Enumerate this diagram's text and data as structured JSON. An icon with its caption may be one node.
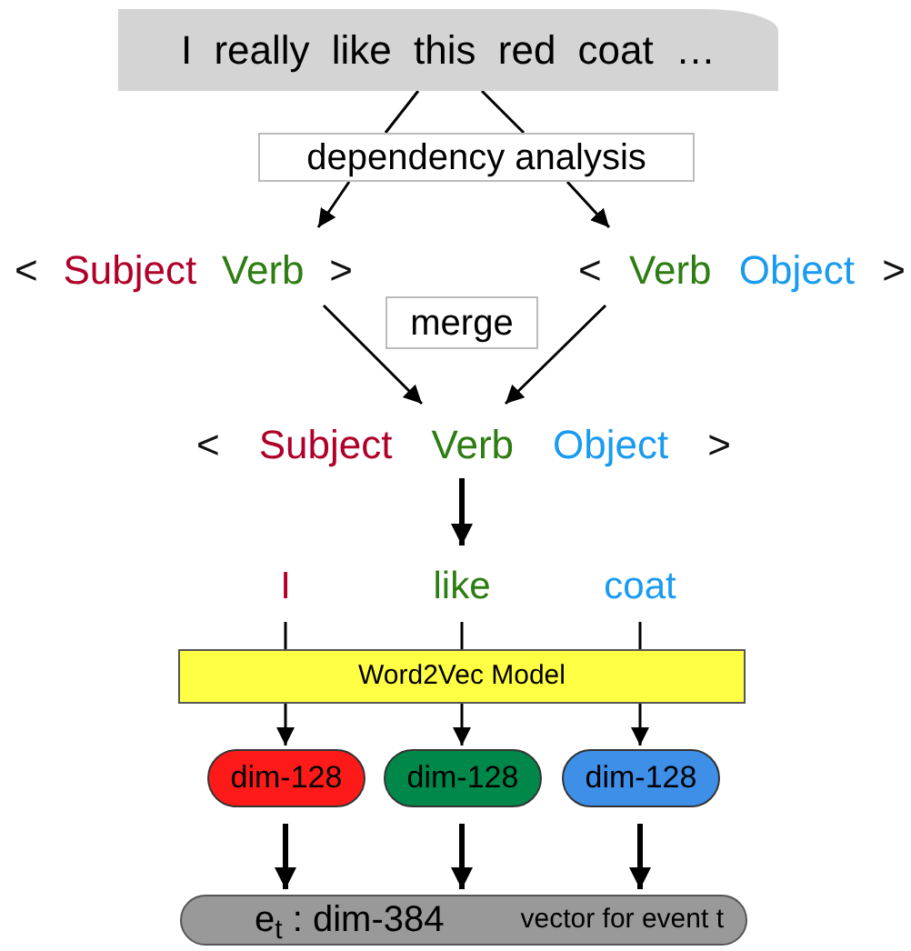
{
  "diagram": {
    "nodes": [
      {
        "text": [
          "I really like this red coat …"
        ]
      },
      {
        "text": [
          "dependency analysis"
        ]
      },
      {
        "text": [
          "<",
          "Subject",
          "Verb",
          ">"
        ]
      },
      {
        "text": [
          "<",
          "Verb",
          "Object",
          ">"
        ]
      },
      {
        "text": [
          "<",
          "Subject",
          "Verb",
          "Object",
          ">"
        ]
      },
      {
        "text": [
          "I"
        ]
      },
      {
        "text": [
          "like"
        ]
      },
      {
        "text": [
          "coat"
        ]
      },
      {
        "text": [
          "Word2Vec Model"
        ]
      },
      {
        "text": [
          "dim-128"
        ]
      },
      {
        "text": [
          "dim-128"
        ]
      },
      {
        "text": [
          "dim-128"
        ]
      },
      {
        "text": [
          "e$_{t}$ : dim-384",
          "vector for event t"
        ]
      }
    ],
    "edges": [
      {
        "from": 0,
        "to": 1,
        "arrow": "none"
      },
      {
        "from": 0,
        "to": 1,
        "arrow": "none"
      },
      {
        "from": 1,
        "to": 2,
        "arrow": "to"
      },
      {
        "from": 1,
        "to": 3,
        "arrow": "to"
      },
      {
        "from": 2,
        "to": 4,
        "arrow": "to"
      },
      {
        "from": 3,
        "to": 4,
        "arrow": "to"
      },
      {
        "from": 4,
        "to": 6,
        "arrow": "to",
        "style": "thick"
      },
      {
        "from": 5,
        "to": 8,
        "arrow": "none"
      },
      {
        "from": 6,
        "to": 8,
        "arrow": "none"
      },
      {
        "from": 7,
        "to": 8,
        "arrow": "none"
      },
      {
        "from": 8,
        "to": 9,
        "arrow": "to"
      },
      {
        "from": 8,
        "to": 10,
        "arrow": "to"
      },
      {
        "from": 8,
        "to": 11,
        "arrow": "to"
      },
      {
        "from": 9,
        "to": 12,
        "arrow": "to",
        "style": "thick"
      },
      {
        "from": 10,
        "to": 12,
        "arrow": "to",
        "style": "thick"
      },
      {
        "from": 11,
        "to": 12,
        "arrow": "to",
        "style": "thick"
      }
    ],
    "labels": [
      "merge"
    ]
  }
}
